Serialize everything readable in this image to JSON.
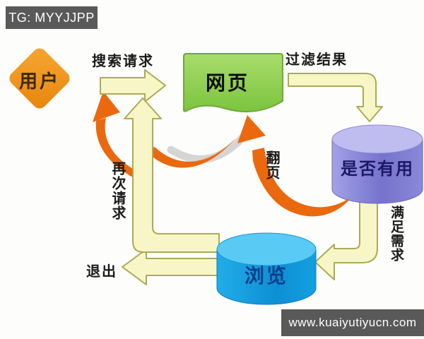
{
  "header": {
    "tag": "TG: MYYJJPP"
  },
  "footer": {
    "url": "www.kuaiyutiyucn.com"
  },
  "diagram": {
    "nodes": {
      "user": {
        "label": "用户",
        "shape": "diamond",
        "color": "#f09020"
      },
      "webpage": {
        "label": "网页",
        "shape": "document",
        "color": "#8fd150"
      },
      "useful": {
        "label": "是否有用",
        "shape": "cylinder",
        "color": "#8886d6"
      },
      "browse": {
        "label": "浏览",
        "shape": "cylinder",
        "color": "#18a4e6"
      }
    },
    "edges": {
      "search_request": {
        "label": "搜索请求",
        "from": "用户",
        "to": "网页"
      },
      "filter_results": {
        "label": "过滤结果",
        "from": "网页",
        "to": "是否有用"
      },
      "satisfy_needs": {
        "label": "满足需求",
        "from": "是否有用",
        "to": "浏览"
      },
      "page_turn": {
        "label": "翻页",
        "from": "浏览",
        "to": "网页"
      },
      "request_again": {
        "label": "再次请求",
        "from": "浏览",
        "to": "用户"
      },
      "exit": {
        "label": "退出",
        "from": "浏览",
        "to": ""
      }
    },
    "colors": {
      "arrow_yellow_fill": "#f8f6c6",
      "arrow_yellow_border": "#a9ac55",
      "arrow_orange": "#eb690e",
      "badge_background": "#595959",
      "badge_text": "#ffffff",
      "background": "#fdfdfc"
    }
  }
}
